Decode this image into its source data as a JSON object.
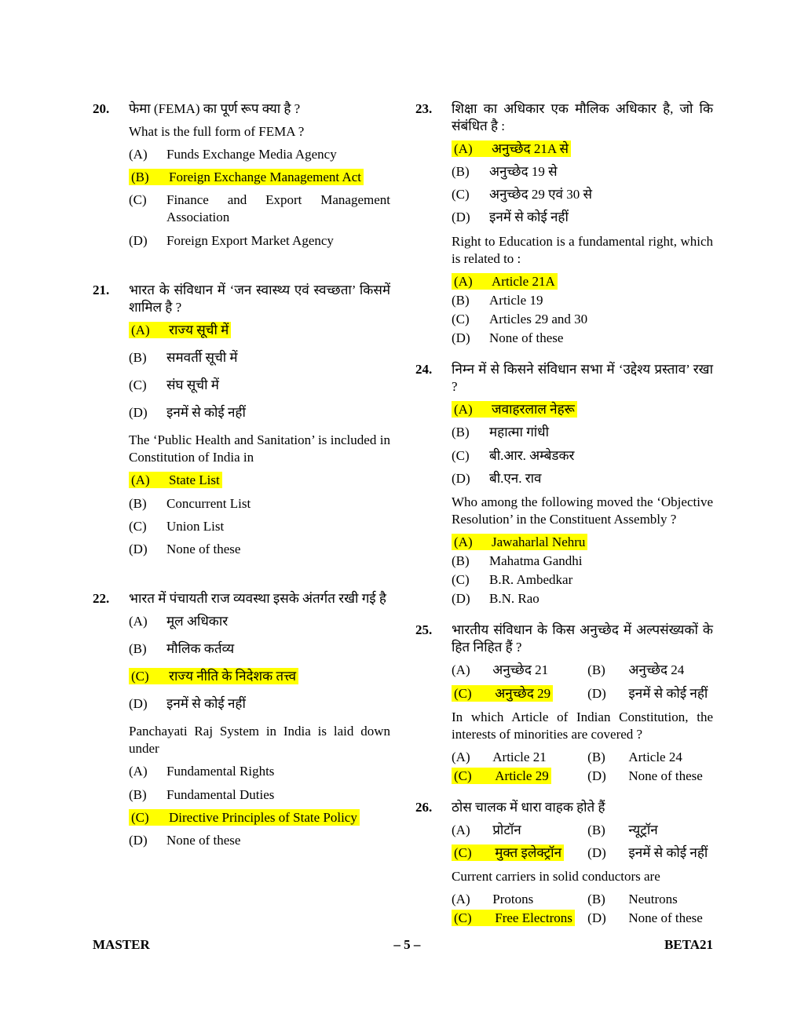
{
  "document": {
    "highlight_color": "#ffff00",
    "footer": {
      "left": "MASTER",
      "center": "– 5 –",
      "right": "BETA21"
    }
  },
  "columns": [
    {
      "questions": [
        {
          "number": "20.",
          "blocks": [
            {
              "type": "stem",
              "text": "फेमा (FEMA) का पूर्ण रूप क्या है ?"
            },
            {
              "type": "stem",
              "text": "What is the full form of FEMA ?"
            },
            {
              "type": "option",
              "gap": "md",
              "label": "(A)",
              "text": "Funds Exchange Media Agency",
              "highlight": false
            },
            {
              "type": "option",
              "gap": "md",
              "label": "(B)",
              "text": "Foreign Exchange Management Act",
              "highlight": true
            },
            {
              "type": "option",
              "gap": "md",
              "label": "(C)",
              "text": "Finance and Export Management Association",
              "highlight": false
            },
            {
              "type": "option",
              "gap": "md",
              "label": "(D)",
              "text": "Foreign Export Market Agency",
              "highlight": false
            }
          ]
        },
        {
          "number": "21.",
          "blocks": [
            {
              "type": "stem",
              "text": "भारत के संविधान में ‘जन स्वास्थ्य एवं स्वच्छता’ किसमें शामिल है ?"
            },
            {
              "type": "option",
              "gap": "lg",
              "label": "(A)",
              "text": "राज्य सूची में",
              "highlight": true
            },
            {
              "type": "option",
              "gap": "lg",
              "label": "(B)",
              "text": "समवर्ती सूची में",
              "highlight": false
            },
            {
              "type": "option",
              "gap": "lg",
              "label": "(C)",
              "text": "संघ सूची में",
              "highlight": false
            },
            {
              "type": "option",
              "gap": "lg",
              "label": "(D)",
              "text": "इनमें से कोई नहीं",
              "highlight": false
            },
            {
              "type": "stem",
              "text": "The ‘Public Health and Sanitation’ is included in Constitution of India in"
            },
            {
              "type": "option",
              "gap": "md",
              "label": "(A)",
              "text": "State List",
              "highlight": true
            },
            {
              "type": "option",
              "gap": "md",
              "label": "(B)",
              "text": "Concurrent List",
              "highlight": false
            },
            {
              "type": "option",
              "gap": "md",
              "label": "(C)",
              "text": "Union List",
              "highlight": false
            },
            {
              "type": "option",
              "gap": "md",
              "label": "(D)",
              "text": "None of these",
              "highlight": false
            }
          ]
        },
        {
          "number": "22.",
          "blocks": [
            {
              "type": "stem",
              "text": "भारत में पंचायती राज व्यवस्था इसके अंतर्गत रखी गई है"
            },
            {
              "type": "option",
              "gap": "lg",
              "label": "(A)",
              "text": "मूल अधिकार",
              "highlight": false
            },
            {
              "type": "option",
              "gap": "lg",
              "label": "(B)",
              "text": "मौलिक कर्तव्य",
              "highlight": false
            },
            {
              "type": "option",
              "gap": "lg",
              "label": "(C)",
              "text": "राज्य नीति के निदेशक तत्त्व",
              "highlight": true
            },
            {
              "type": "option",
              "gap": "lg",
              "label": "(D)",
              "text": "इनमें से कोई नहीं",
              "highlight": false
            },
            {
              "type": "stem",
              "text": "Panchayati Raj System in India is laid down under"
            },
            {
              "type": "option",
              "gap": "md",
              "label": "(A)",
              "text": "Fundamental Rights",
              "highlight": false
            },
            {
              "type": "option",
              "gap": "md",
              "label": "(B)",
              "text": "Fundamental Duties",
              "highlight": false
            },
            {
              "type": "option",
              "gap": "md",
              "label": "(C)",
              "text": "Directive Principles of State Policy",
              "highlight": true
            },
            {
              "type": "option",
              "gap": "md",
              "label": "(D)",
              "text": "None of these",
              "highlight": false
            }
          ]
        }
      ]
    },
    {
      "questions": [
        {
          "number": "23.",
          "blocks": [
            {
              "type": "stem",
              "text": "शिक्षा का अधिकार एक मौलिक अधिकार है, जो कि संबंधित है :"
            },
            {
              "type": "option",
              "gap": "md",
              "label": "(A)",
              "text": "अनुच्छेद 21A से",
              "highlight": true
            },
            {
              "type": "option",
              "gap": "md",
              "label": "(B)",
              "text": "अनुच्छेद 19 से",
              "highlight": false
            },
            {
              "type": "option",
              "gap": "md",
              "label": "(C)",
              "text": "अनुच्छेद 29 एवं 30 से",
              "highlight": false
            },
            {
              "type": "option",
              "gap": "md",
              "label": "(D)",
              "text": "इनमें से कोई नहीं",
              "highlight": false
            },
            {
              "type": "stem",
              "text": "Right to Education is a fundamental right, which is related to :"
            },
            {
              "type": "option",
              "gap": "sm",
              "label": "(A)",
              "text": "Article 21A",
              "highlight": true
            },
            {
              "type": "option",
              "gap": "sm",
              "label": "(B)",
              "text": "Article 19",
              "highlight": false
            },
            {
              "type": "option",
              "gap": "sm",
              "label": "(C)",
              "text": "Articles 29 and 30",
              "highlight": false
            },
            {
              "type": "option",
              "gap": "sm",
              "label": "(D)",
              "text": "None of these",
              "highlight": false
            }
          ]
        },
        {
          "number": "24.",
          "blocks": [
            {
              "type": "stem",
              "text": "निम्न में से किसने संविधान सभा में ‘उद्देश्य प्रस्ताव’ रखा ?"
            },
            {
              "type": "option",
              "gap": "md",
              "label": "(A)",
              "text": "जवाहरलाल नेहरू",
              "highlight": true
            },
            {
              "type": "option",
              "gap": "md",
              "label": "(B)",
              "text": "महात्मा गांधी",
              "highlight": false
            },
            {
              "type": "option",
              "gap": "md",
              "label": "(C)",
              "text": "बी.आर. अम्बेडकर",
              "highlight": false
            },
            {
              "type": "option",
              "gap": "md",
              "label": "(D)",
              "text": "बी.एन. राव",
              "highlight": false
            },
            {
              "type": "stem",
              "text": "Who among the following moved the ‘Objective Resolution’ in the Constituent Assembly ?"
            },
            {
              "type": "option",
              "gap": "sm",
              "label": "(A)",
              "text": "Jawaharlal Nehru",
              "highlight": true
            },
            {
              "type": "option",
              "gap": "sm",
              "label": "(B)",
              "text": "Mahatma Gandhi",
              "highlight": false
            },
            {
              "type": "option",
              "gap": "sm",
              "label": "(C)",
              "text": "B.R. Ambedkar",
              "highlight": false
            },
            {
              "type": "option",
              "gap": "sm",
              "label": "(D)",
              "text": "B.N. Rao",
              "highlight": false
            }
          ]
        },
        {
          "number": "25.",
          "blocks": [
            {
              "type": "stem",
              "text": "भारतीय संविधान के किस अनुच्छेद में अल्पसंख्यकों के हित निहित हैं ?"
            },
            {
              "type": "option2",
              "gap": "md",
              "a": {
                "label": "(A)",
                "text": "अनुच्छेद 21",
                "highlight": false
              },
              "b": {
                "label": "(B)",
                "text": "अनुच्छेद 24",
                "highlight": false
              }
            },
            {
              "type": "option2",
              "gap": "md",
              "a": {
                "label": "(C)",
                "text": "अनुच्छेद 29",
                "highlight": true
              },
              "b": {
                "label": "(D)",
                "text": "इनमें से कोई नहीं",
                "highlight": false
              }
            },
            {
              "type": "stem",
              "text": "In which Article of Indian Constitution, the interests of minorities are covered ?"
            },
            {
              "type": "option2",
              "gap": "sm",
              "a": {
                "label": "(A)",
                "text": "Article 21",
                "highlight": false
              },
              "b": {
                "label": "(B)",
                "text": "Article 24",
                "highlight": false
              }
            },
            {
              "type": "option2",
              "gap": "sm",
              "a": {
                "label": "(C)",
                "text": "Article 29",
                "highlight": true
              },
              "b": {
                "label": "(D)",
                "text": "None of these",
                "highlight": false
              }
            }
          ]
        },
        {
          "number": "26.",
          "blocks": [
            {
              "type": "stem",
              "text": "ठोस चालक में धारा वाहक होते हैं"
            },
            {
              "type": "option2",
              "gap": "md",
              "a": {
                "label": "(A)",
                "text": "प्रोटॉन",
                "highlight": false
              },
              "b": {
                "label": "(B)",
                "text": "न्यूट्रॉन",
                "highlight": false
              }
            },
            {
              "type": "option2",
              "gap": "md",
              "a": {
                "label": "(C)",
                "text": "मुक्त इलेक्ट्रॉन",
                "highlight": true
              },
              "b": {
                "label": "(D)",
                "text": "इनमें से कोई नहीं",
                "highlight": false
              }
            },
            {
              "type": "stem",
              "text": "Current carriers in solid conductors are"
            },
            {
              "type": "option2",
              "gap": "sm",
              "a": {
                "label": "(A)",
                "text": "Protons",
                "highlight": false
              },
              "b": {
                "label": "(B)",
                "text": "Neutrons",
                "highlight": false
              }
            },
            {
              "type": "option2",
              "gap": "sm",
              "a": {
                "label": "(C)",
                "text": "Free Electrons",
                "highlight": true
              },
              "b": {
                "label": "(D)",
                "text": "None of these",
                "highlight": false
              }
            }
          ]
        }
      ]
    }
  ]
}
